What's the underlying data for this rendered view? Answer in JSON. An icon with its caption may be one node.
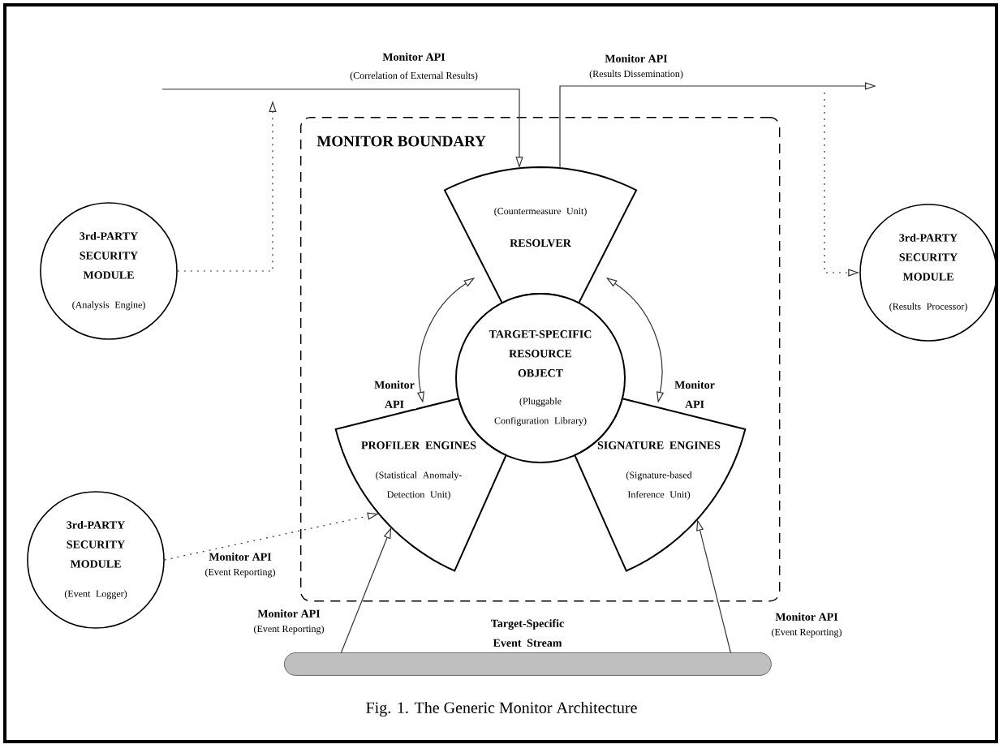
{
  "diagram": {
    "caption": "Fig. 1. The Generic Monitor Architecture",
    "nodes": [
      {
        "text": [
          "MONITOR BOUNDARY"
        ]
      },
      {
        "text": [
          "(Countermeasure Unit)",
          "RESOLVER"
        ],
        "in": 0
      },
      {
        "text": [
          "3rd-PARTY SECURITY MODULE",
          "(Analysis Engine)"
        ]
      },
      {
        "text": [
          "TARGET-SPECIFIC RESOURCE OBJECT",
          "(Pluggable Configuration Library)"
        ],
        "in": 0
      },
      {
        "text": [
          "3rd-PARTY SECURITY MODULE",
          "(Results Processor)"
        ]
      },
      {
        "text": [
          "PROFILER ENGINES",
          "(Statistical Anomaly-Detection Unit)"
        ],
        "in": 0
      },
      {
        "text": [
          "SIGNATURE ENGINES",
          "(Signature-based Inference Unit)"
        ],
        "in": 0
      },
      {
        "text": [
          "3rd-PARTY SECURITY MODULE",
          "(Event Logger)"
        ]
      },
      {
        "text": [
          "Target-Specific Event Stream"
        ]
      }
    ],
    "edges": [
      {
        "from": null,
        "to": 1,
        "arrow": "to",
        "label": "Monitor API"
      },
      {
        "from": 2,
        "to": null,
        "arrow": "to",
        "style": "dashed"
      },
      {
        "from": 1,
        "to": null,
        "arrow": "to",
        "label": "Monitor API"
      },
      {
        "from": null,
        "to": 4,
        "arrow": "to",
        "style": "dashed"
      },
      {
        "from": 5,
        "to": 1,
        "arrow": "both",
        "label": "Monitor API"
      },
      {
        "from": 1,
        "to": 6,
        "arrow": "both",
        "label": "Monitor API"
      },
      {
        "from": 7,
        "to": 5,
        "arrow": "to",
        "style": "dashed",
        "label": "Monitor API"
      },
      {
        "from": 8,
        "to": 5,
        "arrow": "to",
        "label": "Monitor API"
      },
      {
        "from": 8,
        "to": 6,
        "arrow": "to",
        "label": "Monitor API"
      }
    ],
    "labels": [
      "(Correlation of External Results)",
      "(Results Dissemination)",
      "(Event Reporting)",
      "(Event Reporting)",
      "(Event Reporting)"
    ]
  }
}
